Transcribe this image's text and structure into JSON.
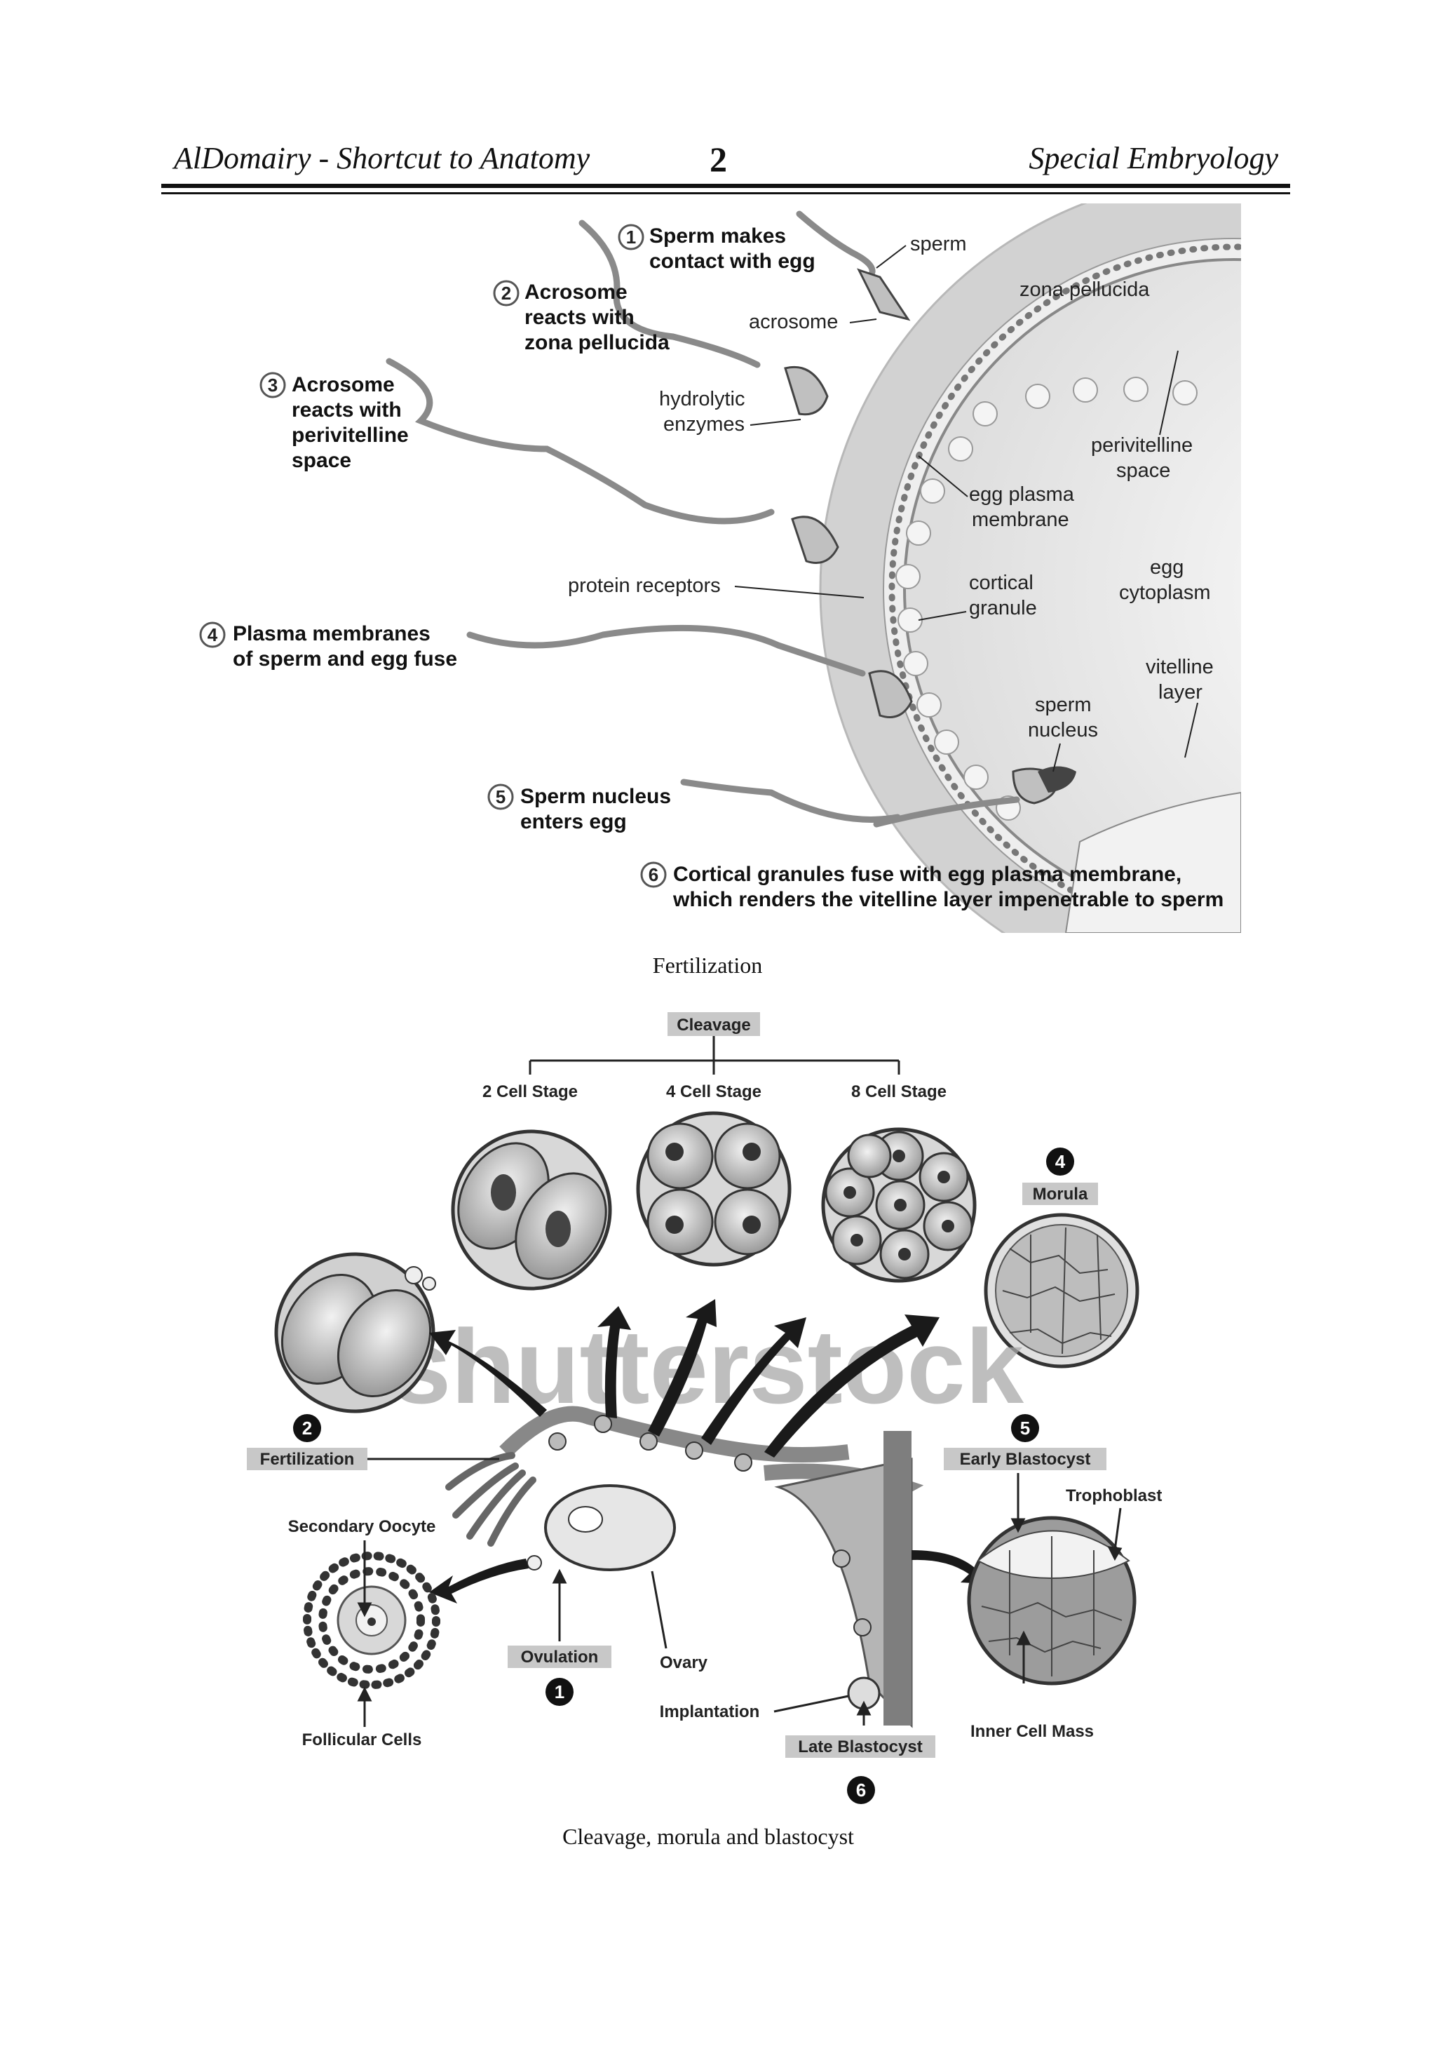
{
  "header": {
    "left": "AlDomairy - Shortcut to Anatomy",
    "page_number": "2",
    "right": "Special Embryology"
  },
  "fertilization_figure": {
    "steps": [
      {
        "num": "1",
        "line1": "Sperm makes",
        "line2": "contact with egg"
      },
      {
        "num": "2",
        "line1": "Acrosome",
        "line2": "reacts with",
        "line3": "zona pellucida"
      },
      {
        "num": "3",
        "line1": "Acrosome",
        "line2": "reacts with",
        "line3": "perivitelline",
        "line4": "space"
      },
      {
        "num": "4",
        "line1": "Plasma membranes",
        "line2": "of sperm and egg fuse"
      },
      {
        "num": "5",
        "line1": "Sperm nucleus",
        "line2": "enters egg"
      },
      {
        "num": "6",
        "line1": "Cortical granules fuse with egg plasma membrane,",
        "line2": "which renders the vitelline layer impenetrable to sperm"
      }
    ],
    "labels": {
      "sperm": "sperm",
      "zona_pellucida": "zona pellucida",
      "acrosome": "acrosome",
      "hydrolytic_1": "hydrolytic",
      "hydrolytic_2": "enzymes",
      "perivitelline_1": "perivitelline",
      "perivitelline_2": "space",
      "egg_pm_1": "egg plasma",
      "egg_pm_2": "membrane",
      "egg_cyto_1": "egg",
      "egg_cyto_2": "cytoplasm",
      "protein_receptors": "protein receptors",
      "cortical_1": "cortical",
      "cortical_2": "granule",
      "vitelline_1": "vitelline",
      "vitelline_2": "layer",
      "sperm_nucleus_1": "sperm",
      "sperm_nucleus_2": "nucleus"
    },
    "caption": "Fertilization"
  },
  "cleavage_figure": {
    "cleavage": "Cleavage",
    "stage2": "2 Cell Stage",
    "stage4": "4 Cell Stage",
    "stage8": "8 Cell Stage",
    "morula": "Morula",
    "fertilization": "Fertilization",
    "early_blastocyst": "Early Blastocyst",
    "trophoblast": "Trophoblast",
    "secondary_oocyte": "Secondary Oocyte",
    "ovulation": "Ovulation",
    "ovary": "Ovary",
    "implantation": "Implantation",
    "late_blastocyst": "Late Blastocyst",
    "inner_cell_mass": "Inner Cell Mass",
    "follicular_cells": "Follicular Cells",
    "watermark": "shutterstock",
    "n1": "1",
    "n2": "2",
    "n4": "4",
    "n5": "5",
    "n6": "6",
    "caption": "Cleavage, morula and blastocyst"
  }
}
